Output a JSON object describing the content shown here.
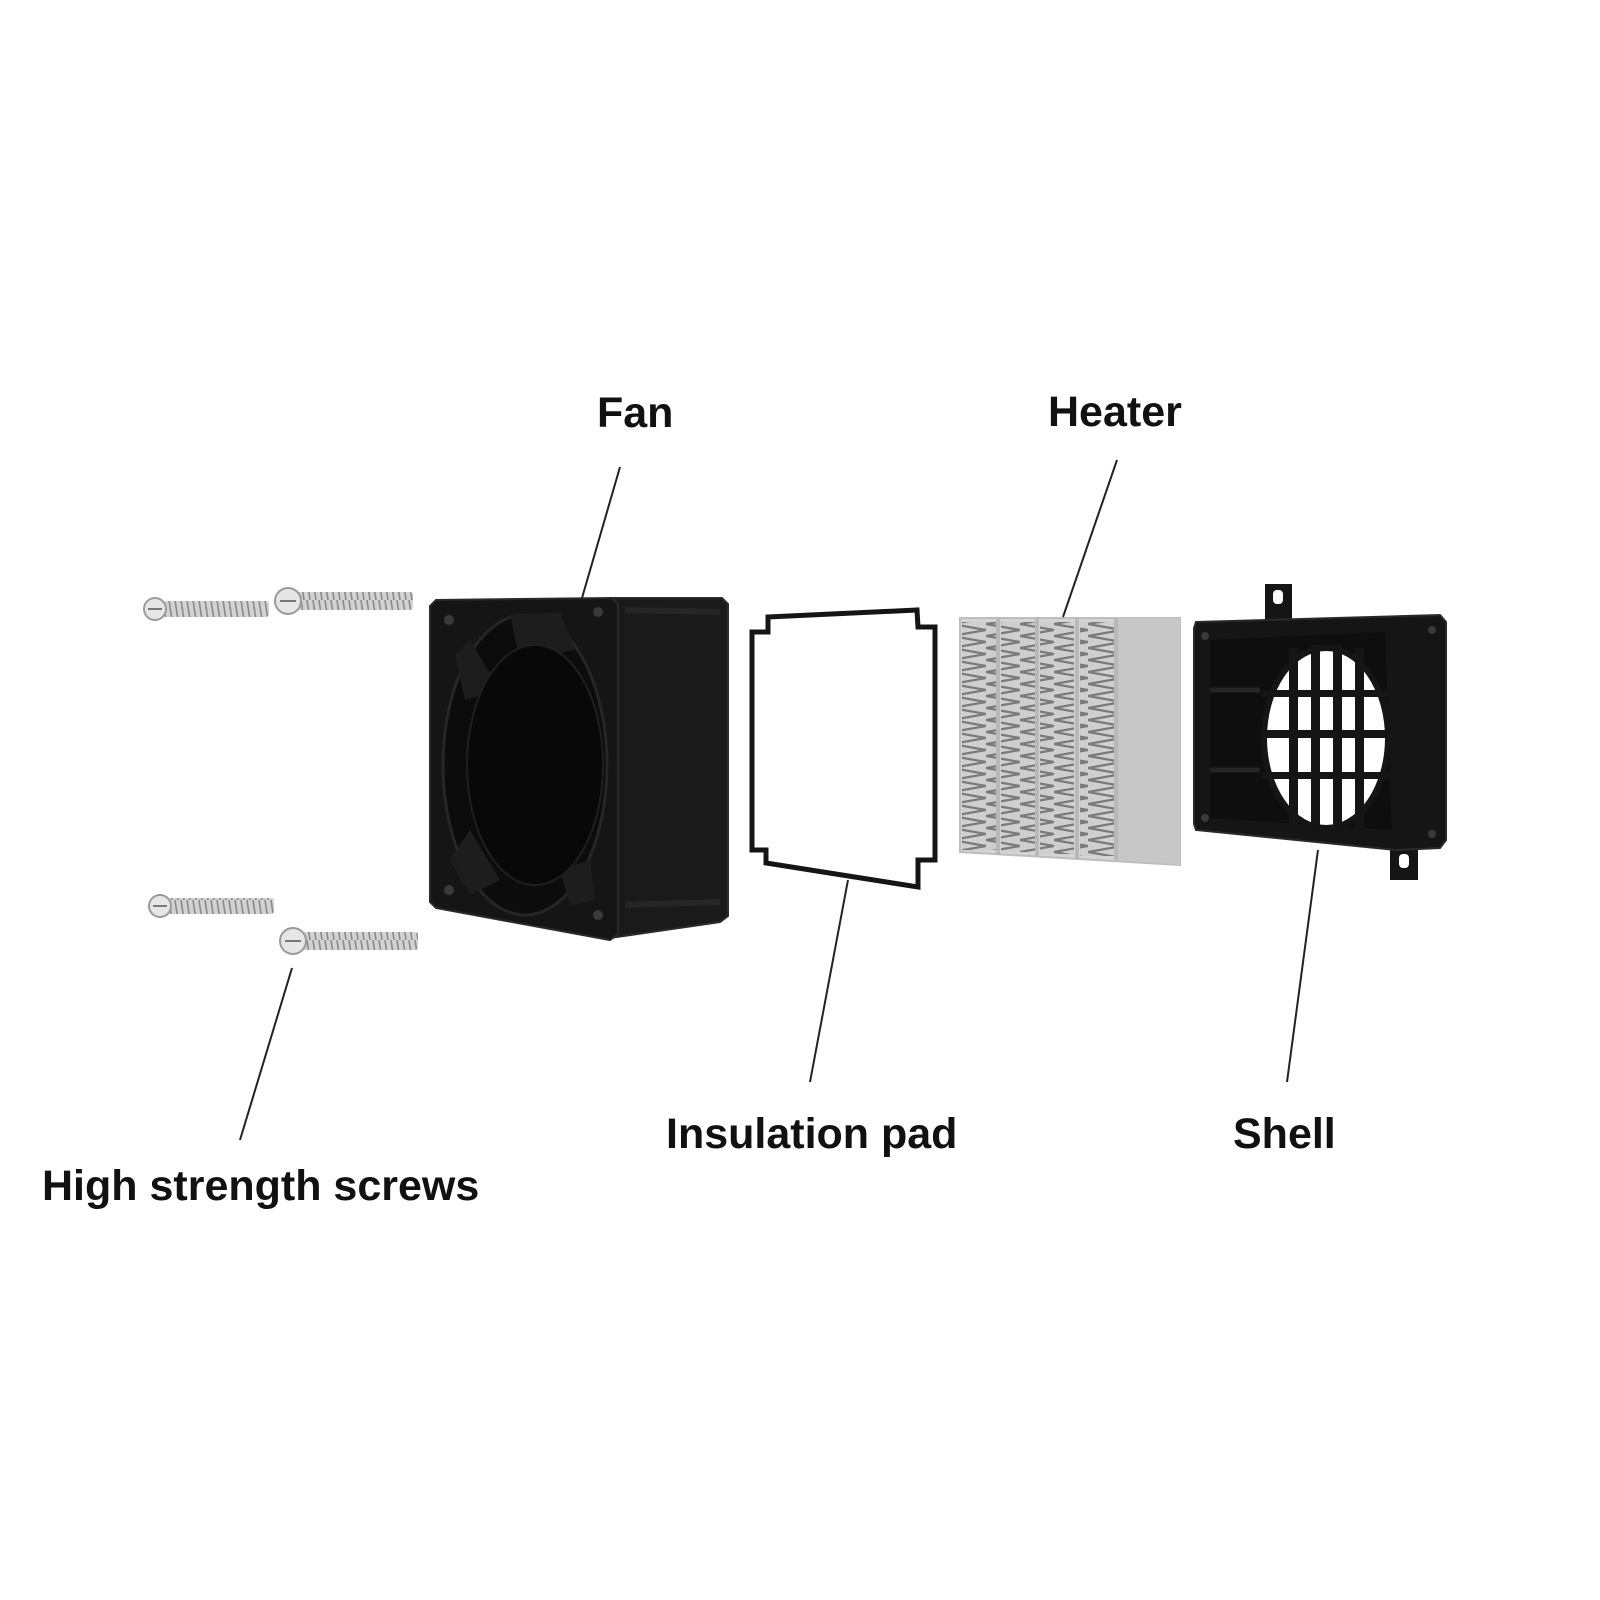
{
  "labels": {
    "fan": "Fan",
    "heater": "Heater",
    "insulation_pad": "Insulation pad",
    "shell": "Shell",
    "screws": "High strength screws"
  },
  "colors": {
    "background": "#ffffff",
    "plastic": "#141414",
    "plastic_edge": "#2a2a2a",
    "metal": "#c9c9c9",
    "fin": "#8d8d8d",
    "leader": "#222222"
  }
}
